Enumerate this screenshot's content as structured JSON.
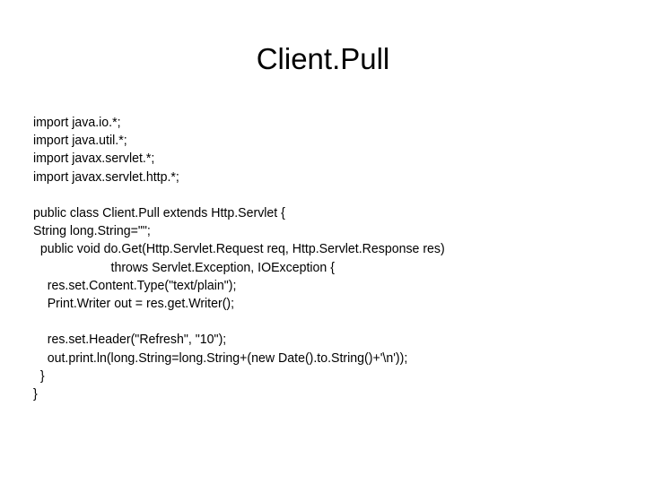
{
  "slide": {
    "title": "Client.Pull",
    "background_color": "#ffffff",
    "text_color": "#000000"
  },
  "code": {
    "language": "java",
    "lines": [
      {
        "id": "import-java-io",
        "text": "import java.io.*;"
      },
      {
        "id": "import-java-util",
        "text": "import java.util.*;"
      },
      {
        "id": "import-javax-servlet",
        "text": "import javax.servlet.*;"
      },
      {
        "id": "import-javax-servlet-http",
        "text": "import javax.servlet.http.*;"
      },
      {
        "id": "blank-1",
        "text": ""
      },
      {
        "id": "class-decl",
        "text": "public class Client.Pull extends Http.Servlet {"
      },
      {
        "id": "field-longstring",
        "text": "String long.String=\"\";"
      },
      {
        "id": "method-doget",
        "text": "  public void do.Get(Http.Servlet.Request req, Http.Servlet.Response res)"
      },
      {
        "id": "method-throws",
        "text": "                      throws Servlet.Exception, IOException {"
      },
      {
        "id": "set-content-type",
        "text": "    res.set.Content.Type(\"text/plain\");"
      },
      {
        "id": "print-writer",
        "text": "    Print.Writer out = res.get.Writer();"
      },
      {
        "id": "blank-2",
        "text": ""
      },
      {
        "id": "set-header-refresh",
        "text": "    res.set.Header(\"Refresh\", \"10\");"
      },
      {
        "id": "out-println",
        "text": "    out.print.ln(long.String=long.String+(new Date().to.String()+'\\n'));"
      },
      {
        "id": "close-method-brace",
        "text": "  }"
      },
      {
        "id": "close-class-brace",
        "text": "}"
      }
    ]
  }
}
